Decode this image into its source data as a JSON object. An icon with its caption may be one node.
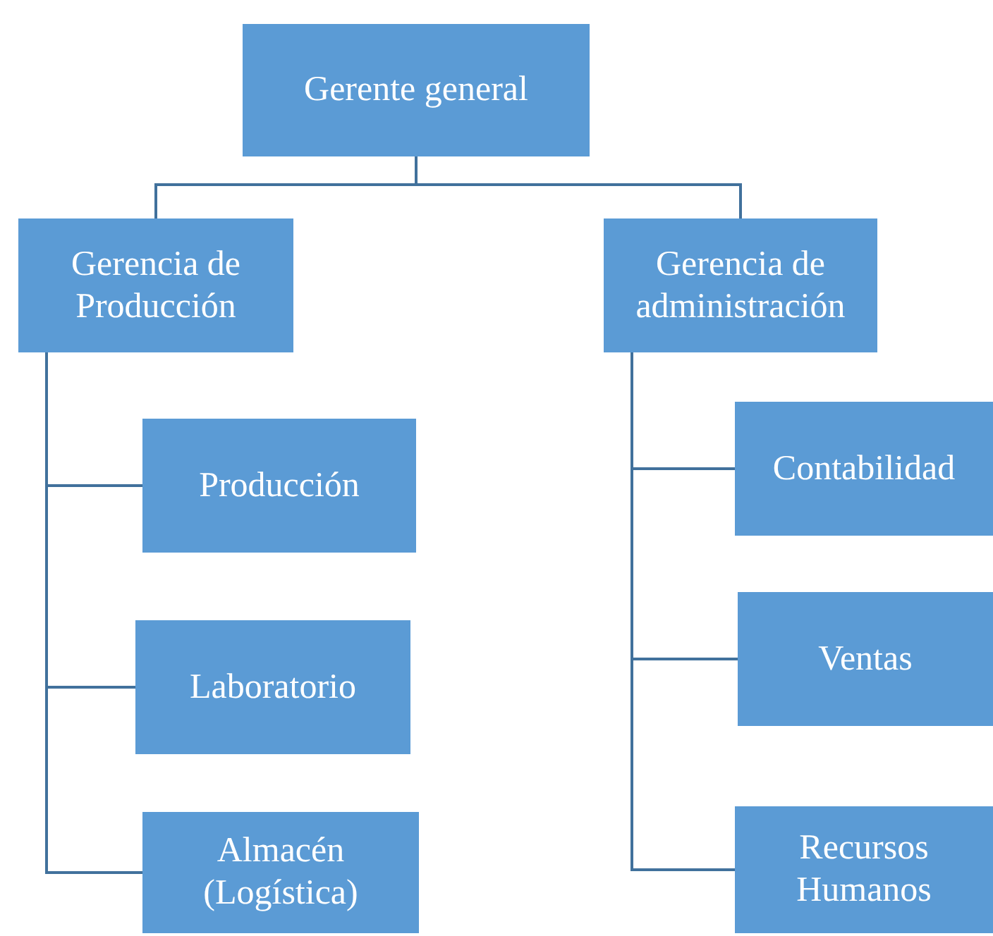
{
  "diagram": {
    "nodes": [
      {
        "text": [
          "Gerente general"
        ]
      },
      {
        "text": [
          "Gerencia de Producción"
        ]
      },
      {
        "text": [
          "Gerencia de administración"
        ]
      },
      {
        "text": [
          "Producción"
        ]
      },
      {
        "text": [
          "Laboratorio"
        ]
      },
      {
        "text": [
          "Almacén (Logística)"
        ]
      },
      {
        "text": [
          "Contabilidad"
        ]
      },
      {
        "text": [
          "Ventas"
        ]
      },
      {
        "text": [
          "Recursos Humanos"
        ]
      }
    ],
    "edges": [
      {
        "from": 0,
        "to": 1,
        "arrow": "none"
      },
      {
        "from": 0,
        "to": 2,
        "arrow": "none"
      },
      {
        "from": 1,
        "to": 3,
        "arrow": "none"
      },
      {
        "from": 1,
        "to": 4,
        "arrow": "none"
      },
      {
        "from": 1,
        "to": 5,
        "arrow": "none"
      },
      {
        "from": 2,
        "to": 6,
        "arrow": "none"
      },
      {
        "from": 2,
        "to": 7,
        "arrow": "none"
      },
      {
        "from": 2,
        "to": 8,
        "arrow": "none"
      }
    ]
  }
}
